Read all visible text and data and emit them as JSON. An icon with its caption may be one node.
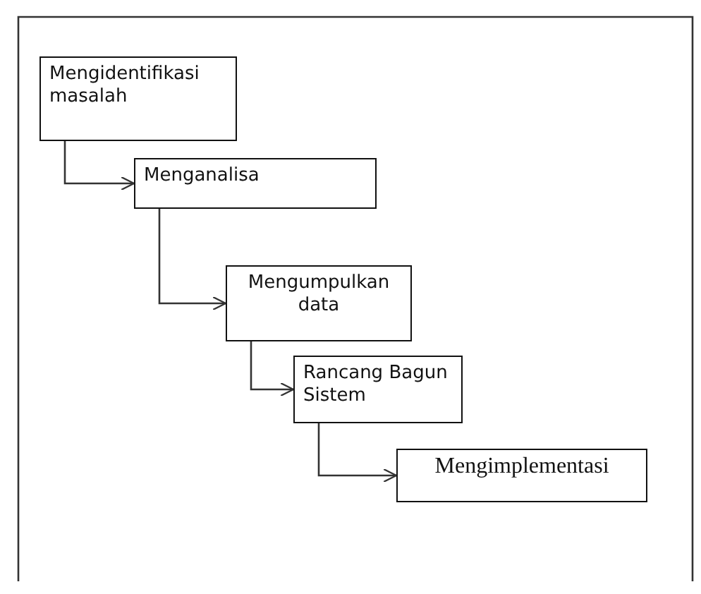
{
  "diagram": {
    "nodes": [
      {
        "text": [
          "Mengidentifikasi masalah"
        ]
      },
      {
        "text": [
          "Menganalisa"
        ]
      },
      {
        "text": [
          "Mengumpulkan data"
        ]
      },
      {
        "text": [
          "Rancang Bagun Sistem"
        ]
      },
      {
        "text": [
          "Mengimplementasi"
        ]
      }
    ],
    "edges": [
      {
        "from": 0,
        "to": 1,
        "arrow": "to"
      },
      {
        "from": 1,
        "to": 2,
        "arrow": "to"
      },
      {
        "from": 2,
        "to": 3,
        "arrow": "to"
      },
      {
        "from": 3,
        "to": 4,
        "arrow": "to"
      }
    ]
  }
}
